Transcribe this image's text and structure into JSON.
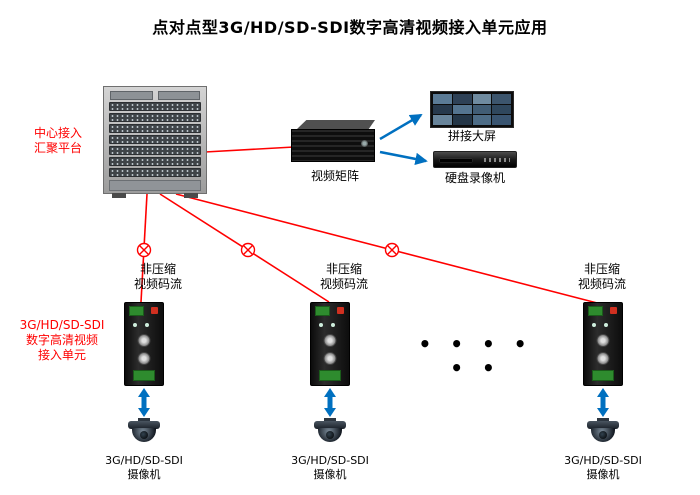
{
  "title": "点对点型3G/HD/SD-SDI数字高清视频接入单元应用",
  "colors": {
    "connection_red": "#ff0000",
    "arrow_blue": "#0070c0",
    "label_red": "#ff0000",
    "converter_green": "#2e8b2e"
  },
  "platform": {
    "label": "中心接入\n汇聚平台"
  },
  "matrix": {
    "label": "视频矩阵"
  },
  "video_wall": {
    "label": "拼接大屏"
  },
  "dvr": {
    "label": "硬盘录像机"
  },
  "access_unit": {
    "label": "3G/HD/SD-SDI\n数字高清视频\n接入单元"
  },
  "ellipsis": "• • • • • •",
  "branches": [
    {
      "stream_label": "非压缩\n视频码流",
      "camera_label": "3G/HD/SD-SDI\n摄像机"
    },
    {
      "stream_label": "非压缩\n视频码流",
      "camera_label": "3G/HD/SD-SDI\n摄像机"
    },
    {
      "stream_label": "非压缩\n视频码流",
      "camera_label": "3G/HD/SD-SDI\n摄像机"
    }
  ]
}
